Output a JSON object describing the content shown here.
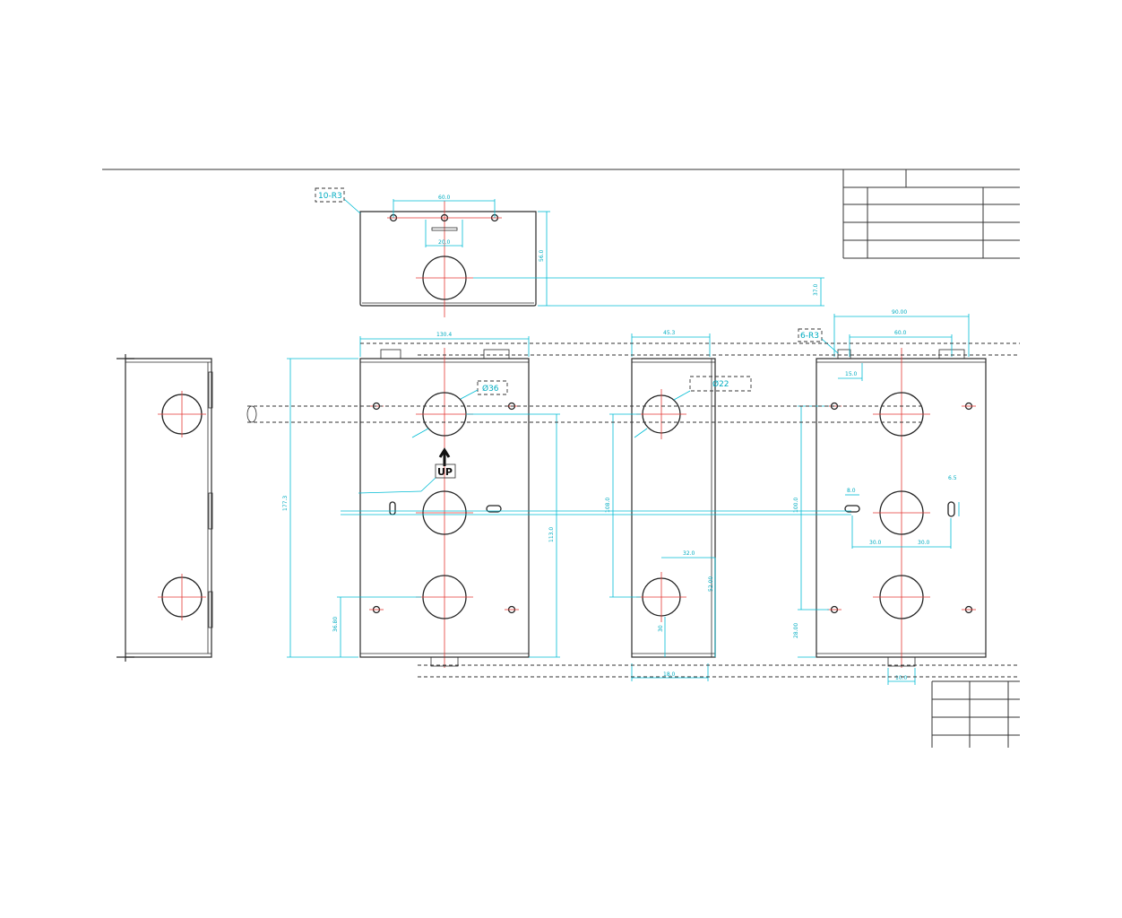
{
  "callouts": {
    "top_view_radius": "10-R3",
    "hole_dia_large": "Ø36",
    "hole_dia_small": "Ø22",
    "side_radius": "6-R3",
    "up_label": "UP"
  },
  "dimensions": {
    "top_width": "60.0",
    "top_inner": "20.0",
    "top_height": "56.0",
    "top_offset": "37.0",
    "front_width": "130.4",
    "front_height": "177.3",
    "front_center": "113.0",
    "front_bottom": "36.80",
    "side_width": "45.3",
    "side_hole": "32.0",
    "side_height": "108.0",
    "side_lower": "52.00",
    "side_base": "18.0",
    "side_small": "30",
    "back_width": "90.00",
    "back_inner": "60.0",
    "back_tab": "15.0",
    "back_height": "100.0",
    "back_lower": "28.00",
    "back_slot_l": "30.0",
    "back_slot_r": "30.0",
    "back_slot_w": "8.0",
    "back_slot_h": "6.5",
    "back_bottom": "10.0"
  },
  "colors": {
    "dimension": "#00bcd4",
    "centerline": "#e53935",
    "outline": "#2a2a2a"
  }
}
